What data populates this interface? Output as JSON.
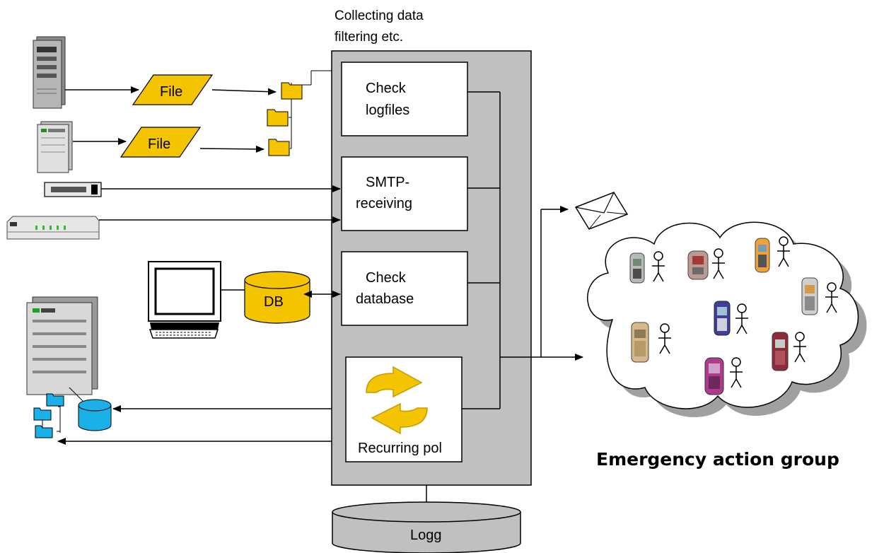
{
  "header": {
    "line1": "Collecting data",
    "line2": "filtering etc."
  },
  "inputs": {
    "file1": "File",
    "file2": "File",
    "db": "DB"
  },
  "modules": {
    "check_logfiles": [
      "Check",
      "logfiles"
    ],
    "smtp_receiving": [
      "SMTP-",
      "receiving"
    ],
    "check_database": [
      "Check",
      "database"
    ],
    "recurring_poll": "Recurring pol"
  },
  "storage": {
    "logg": "Logg"
  },
  "group": {
    "title": "Emergency action group",
    "member_count": 8
  },
  "colors": {
    "file_fill": "#f5c400",
    "db_fill": "#f5c400",
    "engine_fill": "#c0c0c0",
    "target_db_fill": "#1ab0e8",
    "target_folder_fill": "#1ab0e8",
    "folder_fill": "#f5c400",
    "poll_arrows": "#f5c400",
    "cloud_shadow": "#a0a0a0"
  },
  "icons": {
    "source_servers": [
      "tower-server-icon",
      "pc-server-icon",
      "tape-drive-icon",
      "network-switch-icon",
      "monitor-icon"
    ],
    "target": [
      "server-tower-icon",
      "folder-tree-icon",
      "database-icon"
    ],
    "notify": [
      "envelope-icon",
      "mobile-phone-icon",
      "person-icon"
    ]
  }
}
